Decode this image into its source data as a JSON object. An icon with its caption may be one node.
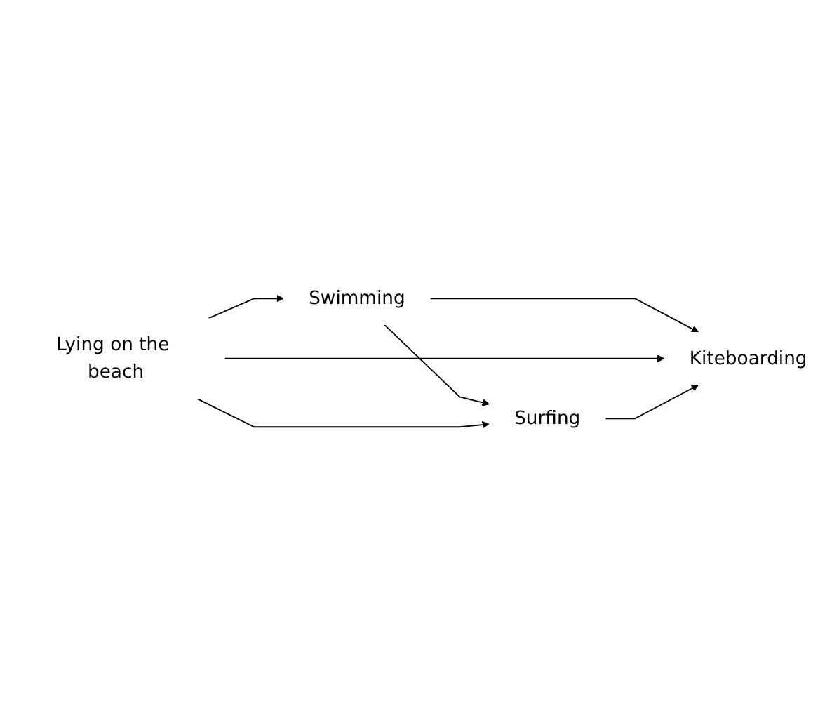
{
  "diagram": {
    "nodes": [
      {
        "text": [
          "Swimming"
        ]
      },
      {
        "text": [
          "Lying on the beach"
        ]
      },
      {
        "text": [
          "Surfing"
        ]
      },
      {
        "text": [
          "Kiteboarding"
        ]
      }
    ],
    "edges": [
      {
        "from": 1,
        "to": 0,
        "arrow": "to"
      },
      {
        "from": 0,
        "to": 2,
        "arrow": "to"
      },
      {
        "from": 1,
        "to": 2,
        "arrow": "to"
      },
      {
        "from": 0,
        "to": 3,
        "arrow": "to"
      },
      {
        "from": 1,
        "to": 3,
        "arrow": "to"
      },
      {
        "from": 2,
        "to": 3,
        "arrow": "to"
      }
    ]
  }
}
